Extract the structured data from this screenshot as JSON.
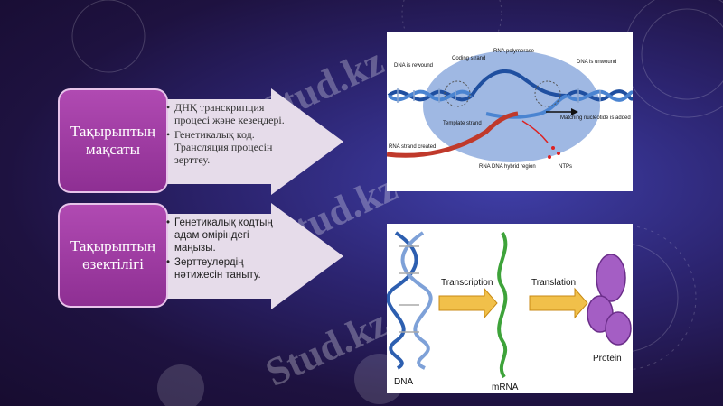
{
  "blocks": [
    {
      "label": "Тақырыптың мақсаты",
      "bullets": [
        "ДНҚ транскрипция процесі және кезеңдері.",
        "Генетикалық код. Трансляция процесін зерттеу."
      ]
    },
    {
      "label": "Тақырыптың өзектілігі",
      "bullets": [
        "Генетикалық кодтың адам өміріндегі маңызы.",
        "Зерттеулердің нәтижесін таныту."
      ]
    }
  ],
  "watermark": "Stud.kz",
  "fig1": {
    "labels": {
      "rna_polymerase": "RNA polymerase",
      "dna_rewound": "DNA is rewound",
      "coding_strand": "Coding strand",
      "dna_unwound": "DNA is unwound",
      "template_strand": "Template strand",
      "matching": "Matching nucleotide is added",
      "rna_created": "RNA strand created",
      "ntps": "NTPs",
      "hybrid": "RNA DNA hybrid region"
    }
  },
  "fig2": {
    "labels": {
      "dna": "DNA",
      "transcription": "Transcription",
      "mrna": "mRNA",
      "translation": "Translation",
      "protein": "Protein"
    }
  },
  "colors": {
    "accent": "#9b3a9f",
    "arrow": "#e6dcea",
    "background": "#2a2266"
  }
}
